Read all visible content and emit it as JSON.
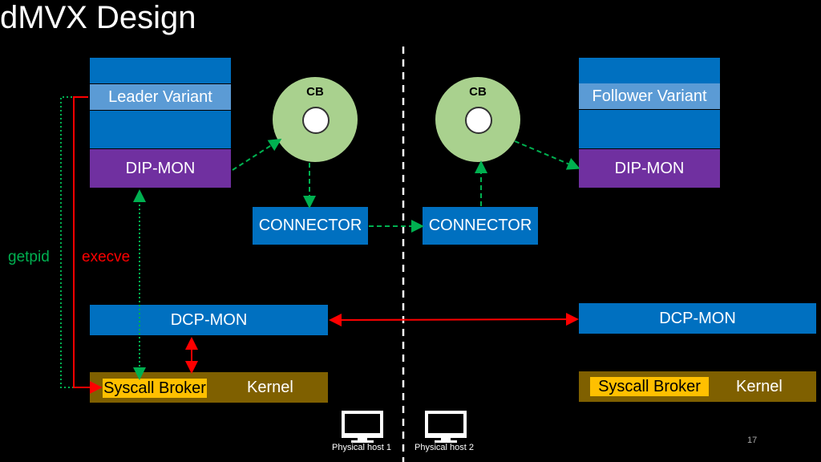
{
  "title": "dMVX Design",
  "left": {
    "variant_label": "Leader Variant",
    "dip_mon": "DIP-MON",
    "dcp_mon": "DCP-MON",
    "syscall_broker": "Syscall Broker",
    "kernel": "Kernel"
  },
  "right": {
    "variant_label": "Follower Variant",
    "dip_mon": "DIP-MON",
    "dcp_mon": "DCP-MON",
    "syscall_broker": "Syscall Broker",
    "kernel": "Kernel"
  },
  "cb_left": "CB",
  "cb_right": "CB",
  "connector_left": "CONNECTOR",
  "connector_right": "CONNECTOR",
  "getpid": "getpid",
  "execve": "execve",
  "host1": "Physical host 1",
  "host2": "Physical host 2",
  "page_number": "17",
  "colors": {
    "blue": "#0070c0",
    "light_blue": "#5b9bd5",
    "purple": "#7030a0",
    "kernel": "#7f6000",
    "broker": "#ffc000",
    "cb": "#a9d18e",
    "green_arrow": "#00b050",
    "red_arrow": "#ff0000"
  }
}
